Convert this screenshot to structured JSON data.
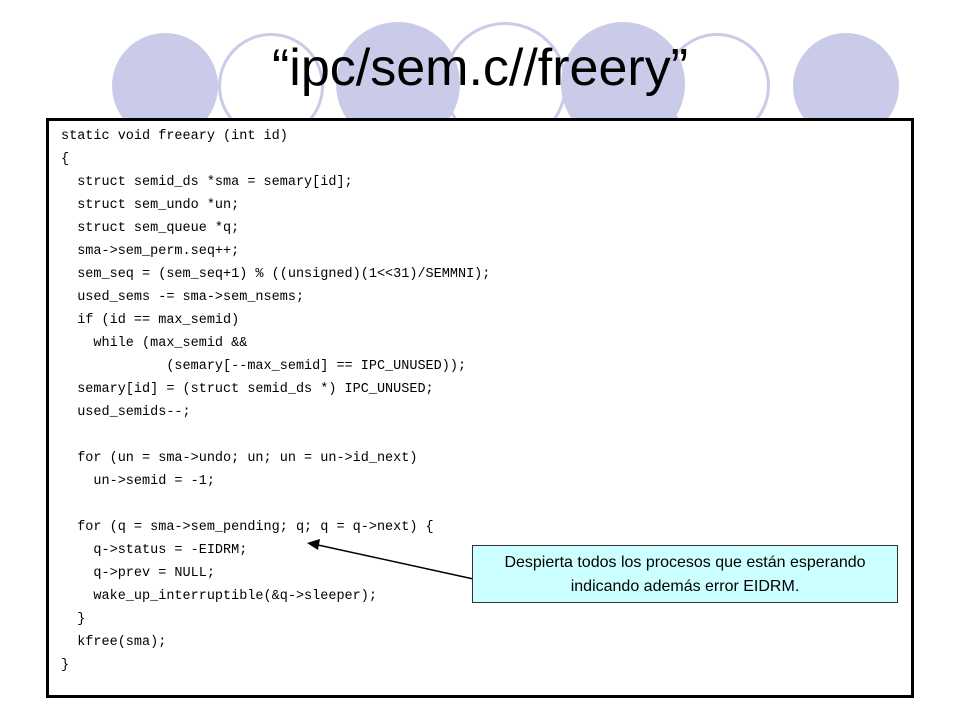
{
  "slide": {
    "title": "“ipc/sem.c//freery”",
    "code_lines": [
      "static void freeary (int id)",
      "{",
      "  struct semid_ds *sma = semary[id];",
      "  struct sem_undo *un;",
      "  struct sem_queue *q;",
      "  sma->sem_perm.seq++;",
      "  sem_seq = (sem_seq+1) % ((unsigned)(1<<31)/SEMMNI);",
      "  used_sems -= sma->sem_nsems;",
      "  if (id == max_semid)",
      "    while (max_semid &&",
      "             (semary[--max_semid] == IPC_UNUSED));",
      "  semary[id] = (struct semid_ds *) IPC_UNUSED;",
      "  used_semids--;",
      "",
      "  for (un = sma->undo; un; un = un->id_next)",
      "    un->semid = -1;",
      "",
      "  for (q = sma->sem_pending; q; q = q->next) {",
      "    q->status = -EIDRM;",
      "    q->prev = NULL;",
      "    wake_up_interruptible(&q->sleeper);",
      "  }",
      "  kfree(sma);",
      "}"
    ],
    "callout": {
      "line1": "Despierta todos los procesos que están esperando",
      "line2": "indicando además error EIDRM."
    },
    "colors": {
      "decor_circle": "#c9cbe8",
      "callout_fill": "#ccffff",
      "text": "#000000"
    }
  }
}
